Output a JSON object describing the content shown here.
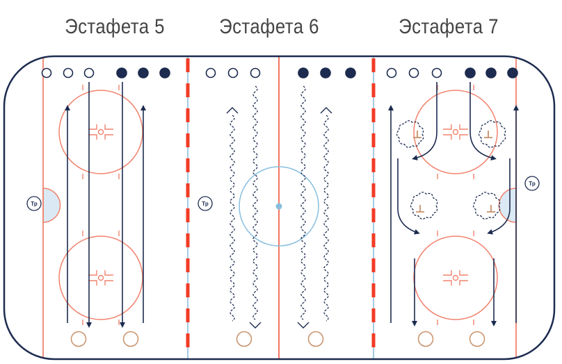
{
  "titles": [
    "Эстафета 5",
    "Эстафета 6",
    "Эстафета 7"
  ],
  "coach_label": "Тр",
  "colors": {
    "rink_border": "#1c2b4f",
    "red_line": "#f2543a",
    "red_dashes": "#f23b25",
    "blue_line": "#7ab4d8",
    "circle": "#f1836e",
    "center_circle": "#87bedf",
    "navy": "#1c2b4f",
    "puck_ring": "#c8906a",
    "crease": "#dbe9f4"
  },
  "icons": {
    "player_open": "open-circle-player-icon",
    "player_filled": "filled-circle-player-icon",
    "coach": "coach-marker-icon",
    "faceoff": "faceoff-cross-icon"
  }
}
